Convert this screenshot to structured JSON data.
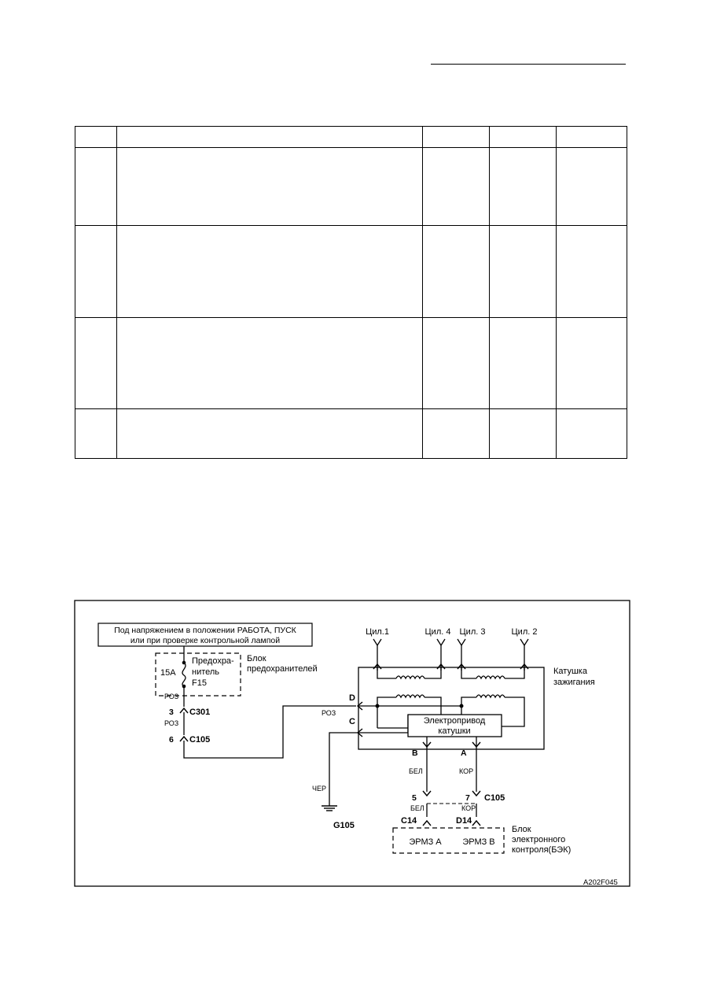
{
  "table": {
    "rows": [
      {
        "cells": [
          "",
          "",
          "",
          "",
          ""
        ]
      },
      {
        "cells": [
          "",
          "",
          "",
          "",
          ""
        ]
      },
      {
        "cells": [
          "",
          "",
          "",
          "",
          ""
        ]
      },
      {
        "cells": [
          "",
          "",
          "",
          "",
          ""
        ]
      },
      {
        "cells": [
          "",
          "",
          "",
          "",
          ""
        ]
      }
    ]
  },
  "diagram": {
    "power_box": [
      "Под напряжением в положении РАБОТА, ПУСК",
      "или при проверке контрольной лампой"
    ],
    "fuse": {
      "rating": "15A",
      "name_lines": [
        "Предохра-",
        "нитель",
        "F15"
      ]
    },
    "fuse_block_label": [
      "Блок",
      "предохранителей"
    ],
    "wire_colors": {
      "pink": "РОЗ",
      "white": "БЕЛ",
      "brown": "КОР",
      "black": "ЧЕР"
    },
    "connectors": {
      "c301_pin": "3",
      "c301": "C301",
      "c105_pin_left": "6",
      "c105": "C105",
      "c105_pin_white": "5",
      "c105_pin_brown": "7",
      "c14": "C14",
      "d14": "D14"
    },
    "cylinders": [
      "Цил.1",
      "Цил. 4",
      "Цил. 3",
      "Цил. 2"
    ],
    "coil_label": [
      "Катушка",
      "зажигания"
    ],
    "driver_label": [
      "Электропривод",
      "катушки"
    ],
    "terminals": {
      "d": "D",
      "c": "C",
      "b": "B",
      "a": "A"
    },
    "ground": "G105",
    "ecm_items": [
      "ЭРМЗ А",
      "ЭРМЗ В"
    ],
    "ecm_label": [
      "Блок",
      "электронного",
      "контроля(БЭК)"
    ],
    "figure_code": "A202F045"
  }
}
